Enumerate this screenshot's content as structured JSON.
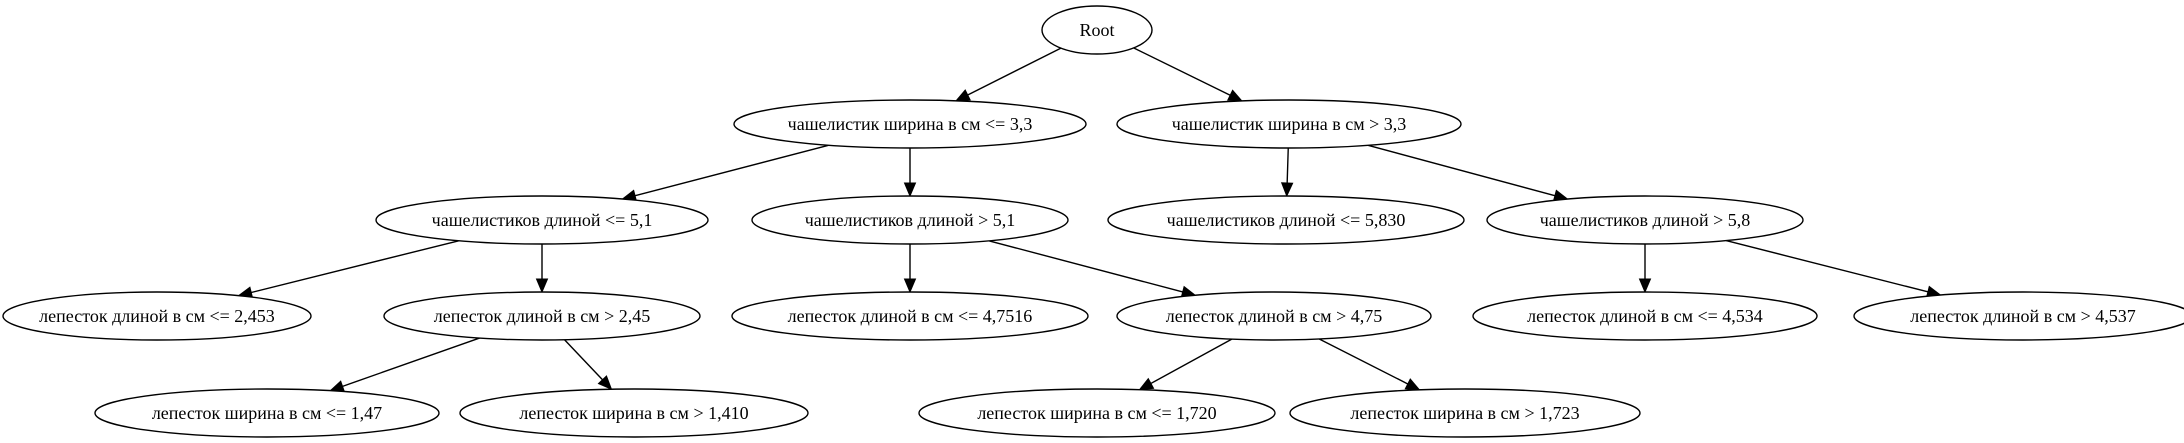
{
  "diagram": {
    "nodes": [
      {
        "id": "root",
        "label": "Root"
      },
      {
        "id": "n1",
        "label": "чашелистик ширина в см <= 3,3"
      },
      {
        "id": "n2",
        "label": "чашелистик ширина в см > 3,3"
      },
      {
        "id": "n3",
        "label": "чашелистиков длиной <= 5,1"
      },
      {
        "id": "n4",
        "label": "чашелистиков длиной > 5,1"
      },
      {
        "id": "n5",
        "label": "чашелистиков длиной <= 5,830"
      },
      {
        "id": "n6",
        "label": "чашелистиков длиной > 5,8"
      },
      {
        "id": "n7",
        "label": "лепесток длиной в см <= 2,453"
      },
      {
        "id": "n8",
        "label": "лепесток длиной в см > 2,45"
      },
      {
        "id": "n9",
        "label": "лепесток длиной в см <= 4,7516"
      },
      {
        "id": "n10",
        "label": "лепесток длиной в см > 4,75"
      },
      {
        "id": "n11",
        "label": "лепесток длиной в см <= 4,534"
      },
      {
        "id": "n12",
        "label": "лепесток длиной в см > 4,537"
      },
      {
        "id": "n13",
        "label": "лепесток ширина в см <= 1,47"
      },
      {
        "id": "n14",
        "label": "лепесток ширина в см > 1,410"
      },
      {
        "id": "n15",
        "label": "лепесток ширина в см <= 1,720"
      },
      {
        "id": "n16",
        "label": "лепесток ширина в см > 1,723"
      }
    ],
    "edges": [
      {
        "from": "root",
        "to": "n1"
      },
      {
        "from": "root",
        "to": "n2"
      },
      {
        "from": "n1",
        "to": "n3"
      },
      {
        "from": "n1",
        "to": "n4"
      },
      {
        "from": "n2",
        "to": "n5"
      },
      {
        "from": "n2",
        "to": "n6"
      },
      {
        "from": "n3",
        "to": "n7"
      },
      {
        "from": "n3",
        "to": "n8"
      },
      {
        "from": "n4",
        "to": "n9"
      },
      {
        "from": "n4",
        "to": "n10"
      },
      {
        "from": "n6",
        "to": "n11"
      },
      {
        "from": "n6",
        "to": "n12"
      },
      {
        "from": "n8",
        "to": "n13"
      },
      {
        "from": "n8",
        "to": "n14"
      },
      {
        "from": "n10",
        "to": "n15"
      },
      {
        "from": "n10",
        "to": "n16"
      }
    ]
  }
}
